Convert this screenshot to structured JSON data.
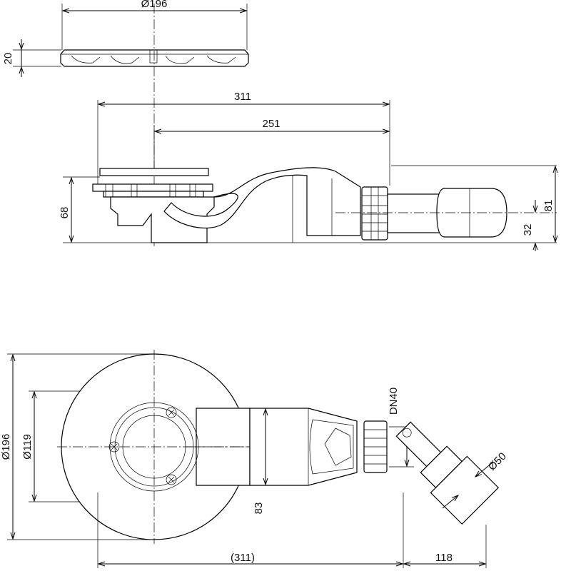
{
  "dimensions": {
    "top_diameter": "Ø196",
    "top_height": "20",
    "side_length": "311",
    "side_offset": "251",
    "side_height": "68",
    "outlet_height": "32",
    "total_height": "81",
    "plan_outer_diameter": "Ø196",
    "plan_inner_diameter": "Ø119",
    "plan_width": "83",
    "plan_length": "(311)",
    "plan_outlet_length": "118",
    "plan_outlet_diameter": "Ø50",
    "outlet_size": "DN40"
  }
}
